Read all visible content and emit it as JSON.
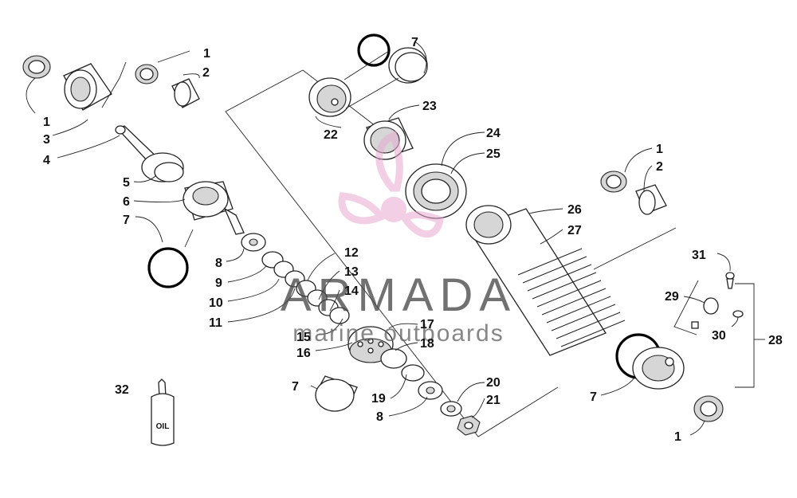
{
  "diagram": {
    "watermark": {
      "brand": "ARMADA",
      "tagline": "marine outboards",
      "brand_color": "#e8a9cf"
    },
    "bottle_label": "OIL",
    "callouts": {
      "c1a": "1",
      "c1b": "1",
      "c1c": "1",
      "c1d": "1",
      "c2a": "2",
      "c2b": "2",
      "c3": "3",
      "c4": "4",
      "c5": "5",
      "c6": "6",
      "c7a": "7",
      "c7b": "7",
      "c7c": "7",
      "c7d": "7",
      "c8a": "8",
      "c8b": "8",
      "c9": "9",
      "c10": "10",
      "c11": "11",
      "c12": "12",
      "c13": "13",
      "c14": "14",
      "c15": "15",
      "c16": "16",
      "c17": "17",
      "c18": "18",
      "c19": "19",
      "c20": "20",
      "c21": "21",
      "c22": "22",
      "c23": "23",
      "c24": "24",
      "c25": "25",
      "c26": "26",
      "c27": "27",
      "c28": "28",
      "c29": "29",
      "c30": "30",
      "c31": "31",
      "c32": "32"
    }
  }
}
